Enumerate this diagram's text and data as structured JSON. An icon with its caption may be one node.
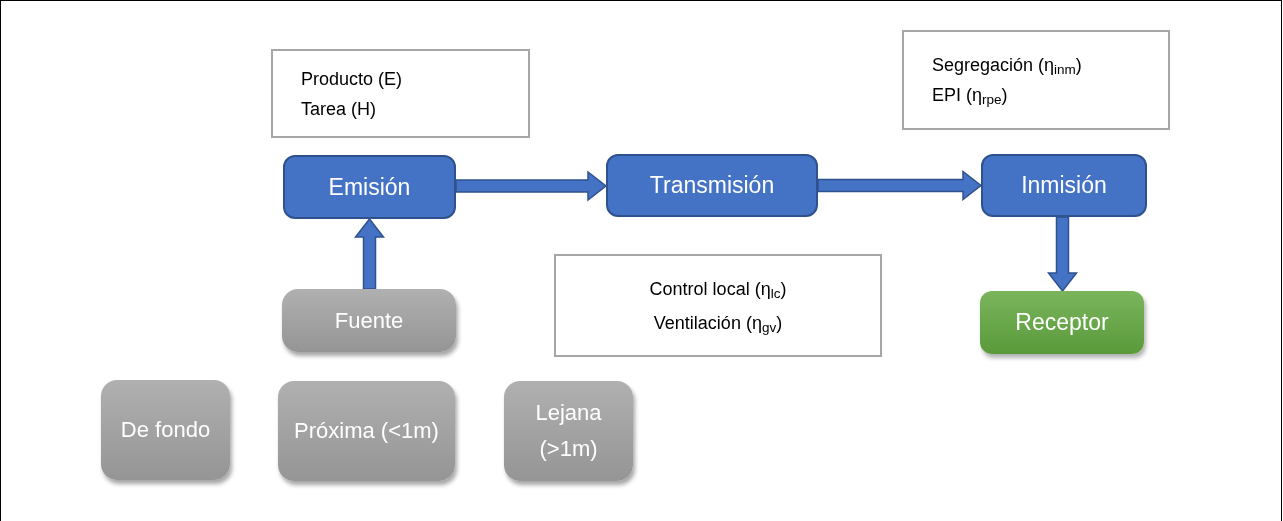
{
  "diagram": {
    "nodes": [
      {
        "text": [
          "Producto (E)",
          "Tarea (H)"
        ]
      },
      {
        "text": [
          "Segregación (η$_{inm}$)",
          "EPI (η$_{rpe}$)"
        ]
      },
      {
        "text": [
          "Emisión"
        ]
      },
      {
        "text": [
          "Transmisión"
        ]
      },
      {
        "text": [
          "Inmisión"
        ]
      },
      {
        "text": [
          "Control local (η$_{lc}$)",
          "Ventilación (η$_{gv}$)"
        ]
      },
      {
        "text": [
          "Fuente"
        ]
      },
      {
        "text": [
          "Receptor"
        ]
      },
      {
        "text": [
          "De fondo"
        ]
      },
      {
        "text": [
          "Próxima (<1m)"
        ]
      },
      {
        "text": [
          "Lejana (>1m)"
        ]
      }
    ],
    "edges": [
      {
        "from": 2,
        "to": 3,
        "arrow": "to"
      },
      {
        "from": 3,
        "to": 4,
        "arrow": "to"
      },
      {
        "from": 6,
        "to": 2,
        "arrow": "to"
      },
      {
        "from": 4,
        "to": 7,
        "arrow": "to"
      }
    ]
  }
}
